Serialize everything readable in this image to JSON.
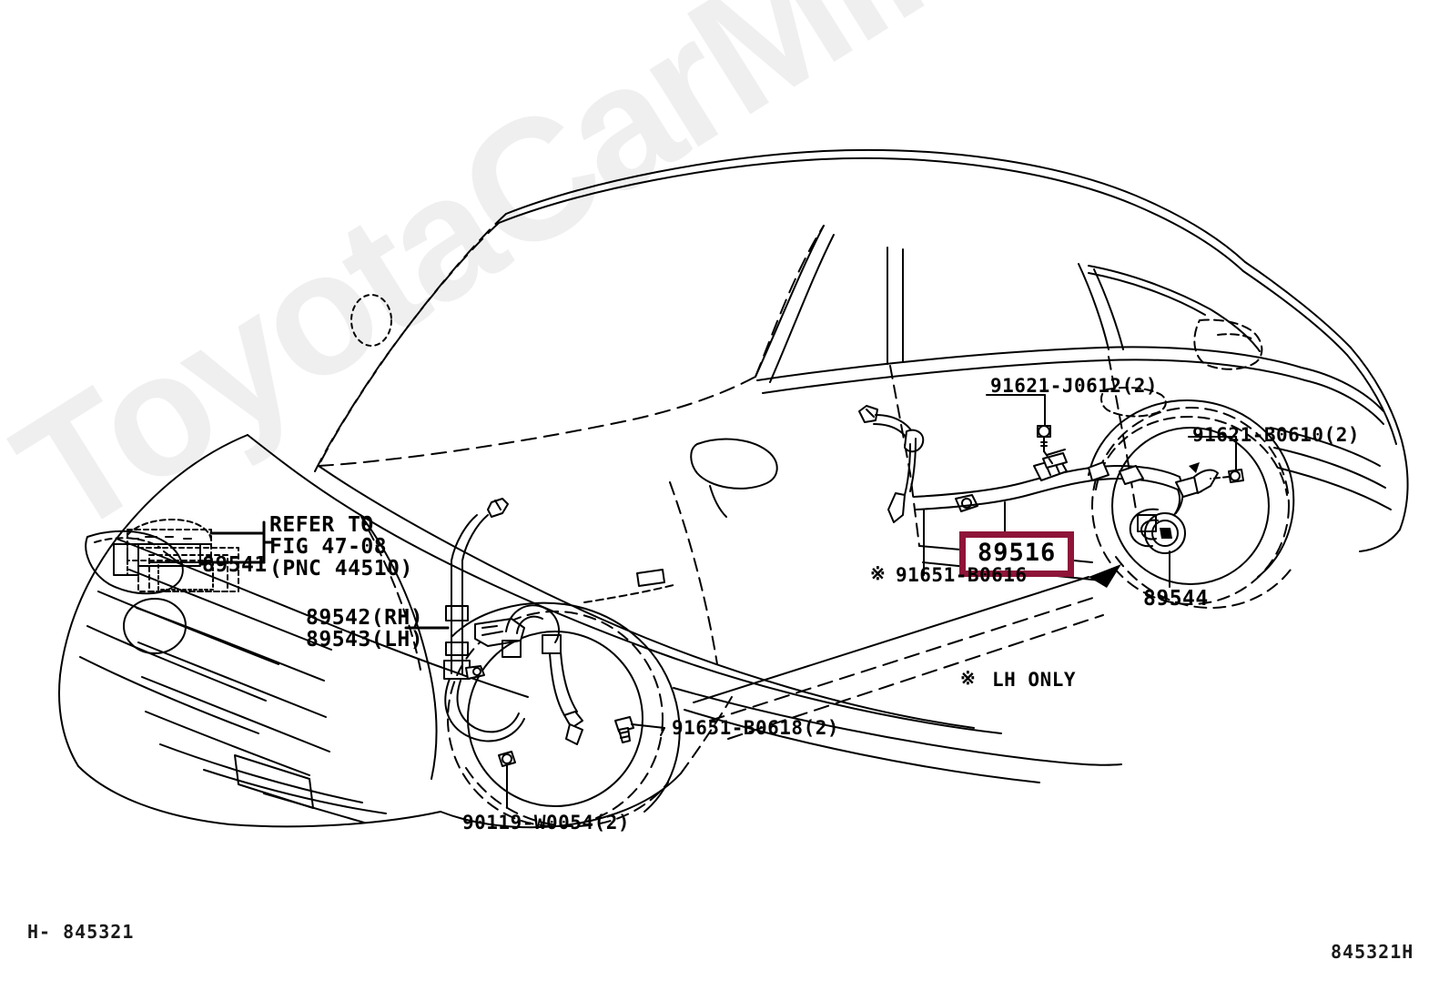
{
  "document": {
    "type": "automotive-parts-diagram",
    "footer_left": "H- 845321",
    "footer_right": "845321H",
    "watermark": "ToyotaCarMine.ru"
  },
  "callouts": {
    "ecu": "89541",
    "refer_line1": "REFER TO",
    "refer_line2": "FIG 47-08",
    "refer_line3": "(PNC 44510)",
    "front_sensor_rh": "89542(RH)",
    "front_sensor_lh": "89543(LH)",
    "harness_highlight": "89516",
    "rear_sensor": "89544",
    "bolt_door": "91621-J0612(2)",
    "bolt_rear": "91621-B0610(2)",
    "clamp_mid": "91651-B0616",
    "clamp_front": "91651-B0618(2)",
    "grommet_front": "90119-W0054(2)"
  },
  "notes": {
    "star_symbol": "※",
    "lh_only": "LH ONLY"
  },
  "icons": {
    "star": "star-note-icon"
  },
  "colors": {
    "highlight": "#8e1538",
    "line": "#000000",
    "watermark": "#efefef",
    "background": "#ffffff"
  }
}
